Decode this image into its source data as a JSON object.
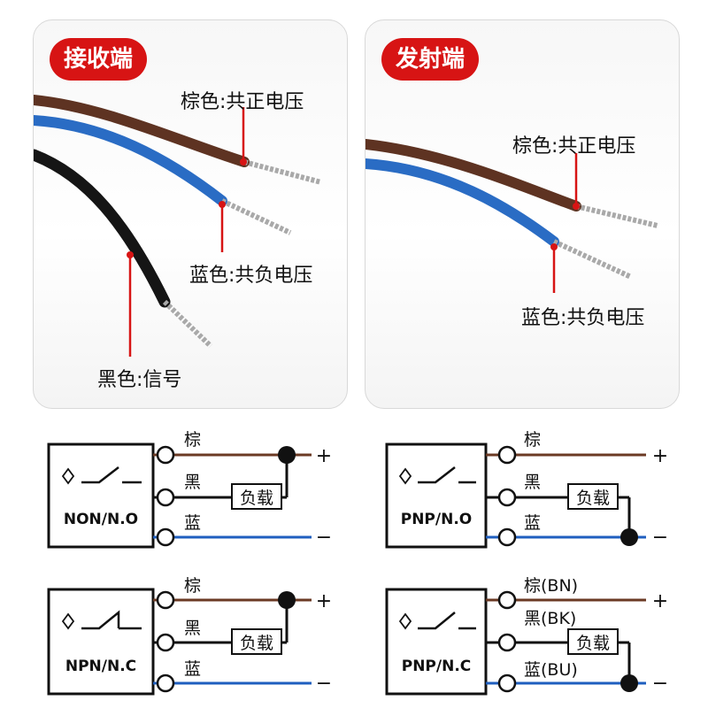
{
  "panels": {
    "receiver": {
      "title": "接收端",
      "brown_label": "棕色:共正电压",
      "blue_label": "蓝色:共负电压",
      "black_label": "黑色:信号"
    },
    "transmitter": {
      "title": "发射端",
      "brown_label": "棕色:共正电压",
      "blue_label": "蓝色:共负电压"
    }
  },
  "diagrams": [
    {
      "mode": "NON/N.O",
      "wire_brown": "棕",
      "wire_black": "黑",
      "wire_blue": "蓝",
      "load": "负载",
      "plus": "+",
      "minus": "−"
    },
    {
      "mode": "PNP/N.O",
      "wire_brown": "棕",
      "wire_black": "黑",
      "wire_blue": "蓝",
      "load": "负载",
      "plus": "+",
      "minus": "−"
    },
    {
      "mode": "NPN/N.C",
      "wire_brown": "棕",
      "wire_black": "黑",
      "wire_blue": "蓝",
      "load": "负载",
      "plus": "+",
      "minus": "−"
    },
    {
      "mode": "PNP/N.C",
      "wire_brown": "棕(BN)",
      "wire_black": "黑(BK)",
      "wire_blue": "蓝(BU)",
      "load": "负载",
      "plus": "+",
      "minus": "−"
    }
  ],
  "colors": {
    "brown": "#6b3a24",
    "blue": "#1f5fbf",
    "black": "#111111",
    "accent_red": "#d71414"
  }
}
